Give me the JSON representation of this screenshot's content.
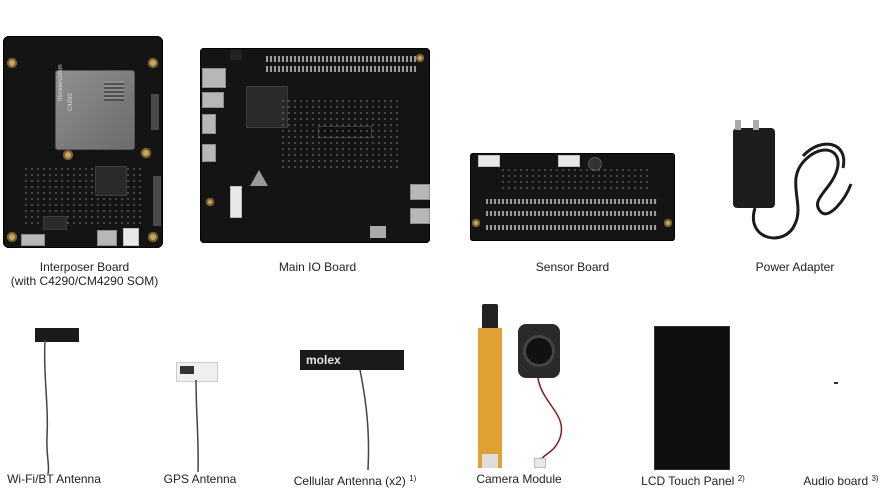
{
  "labels": {
    "interposer_line1": "Interposer Board",
    "interposer_line2": "(with C4290/CM4290 SOM)",
    "main_io": "Main IO Board",
    "sensor": "Sensor Board",
    "power_adapter": "Power Adapter",
    "wifi_antenna": "Wi-Fi/BT Antenna",
    "gps_antenna": "GPS Antenna",
    "cellular_antenna": "Cellular Antenna (x2)",
    "cellular_note": "1)",
    "camera_module": "Camera Module",
    "lcd_panel": "LCD Touch Panel",
    "lcd_note": "2)",
    "audio_board": "Audio board",
    "audio_note": "3)"
  },
  "printed": {
    "molex_logo": "molex",
    "som_brand": "thundercomm",
    "som_model": "C4290"
  }
}
